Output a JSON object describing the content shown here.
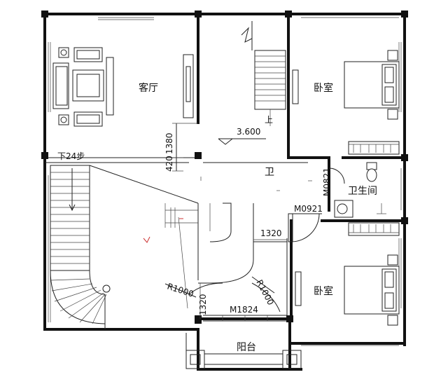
{
  "rooms": {
    "living_room": "客厅",
    "bedroom_top": "卧室",
    "bedroom_bottom": "卧室",
    "bathroom": "卫生间",
    "balcony": "阳台",
    "toilet_short": "卫"
  },
  "stair": {
    "down_label": "下24步",
    "up_label": "上"
  },
  "dimensions": {
    "level": "3.600",
    "dim_1380": "1380",
    "dim_420": "420",
    "dim_1320_h": "1320",
    "dim_1320_v": "1320",
    "radius_left": "R1000",
    "radius_right": "R1000"
  },
  "doors": {
    "m0921": "M0921",
    "m0821": "M0821",
    "m1824": "M1824"
  },
  "colors": {
    "line": "#111111",
    "background": "#ffffff",
    "accent_mark": "#cc3333"
  }
}
